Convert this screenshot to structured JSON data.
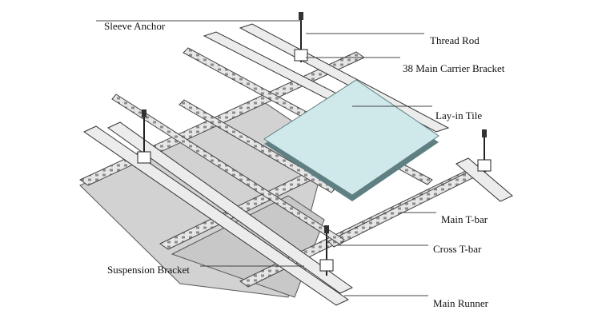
{
  "labels": {
    "sleeve_anchor": "Sleeve Anchor",
    "thread_rod": "Thread Rod",
    "main_carrier_bracket": "38 Main Carrier Bracket",
    "lay_in_tile": "Lay-in Tile",
    "main_tbar": "Main T-bar",
    "cross_tbar": "Cross T-bar",
    "suspension_bracket": "Suspension Bracket",
    "main_runner": "Main Runner"
  },
  "colors": {
    "line": "#333333",
    "metal": "#e4e4e4",
    "panel": "#cfcfcf",
    "tile": "#cfe8ea",
    "tile_edge": "#5f7f82"
  }
}
